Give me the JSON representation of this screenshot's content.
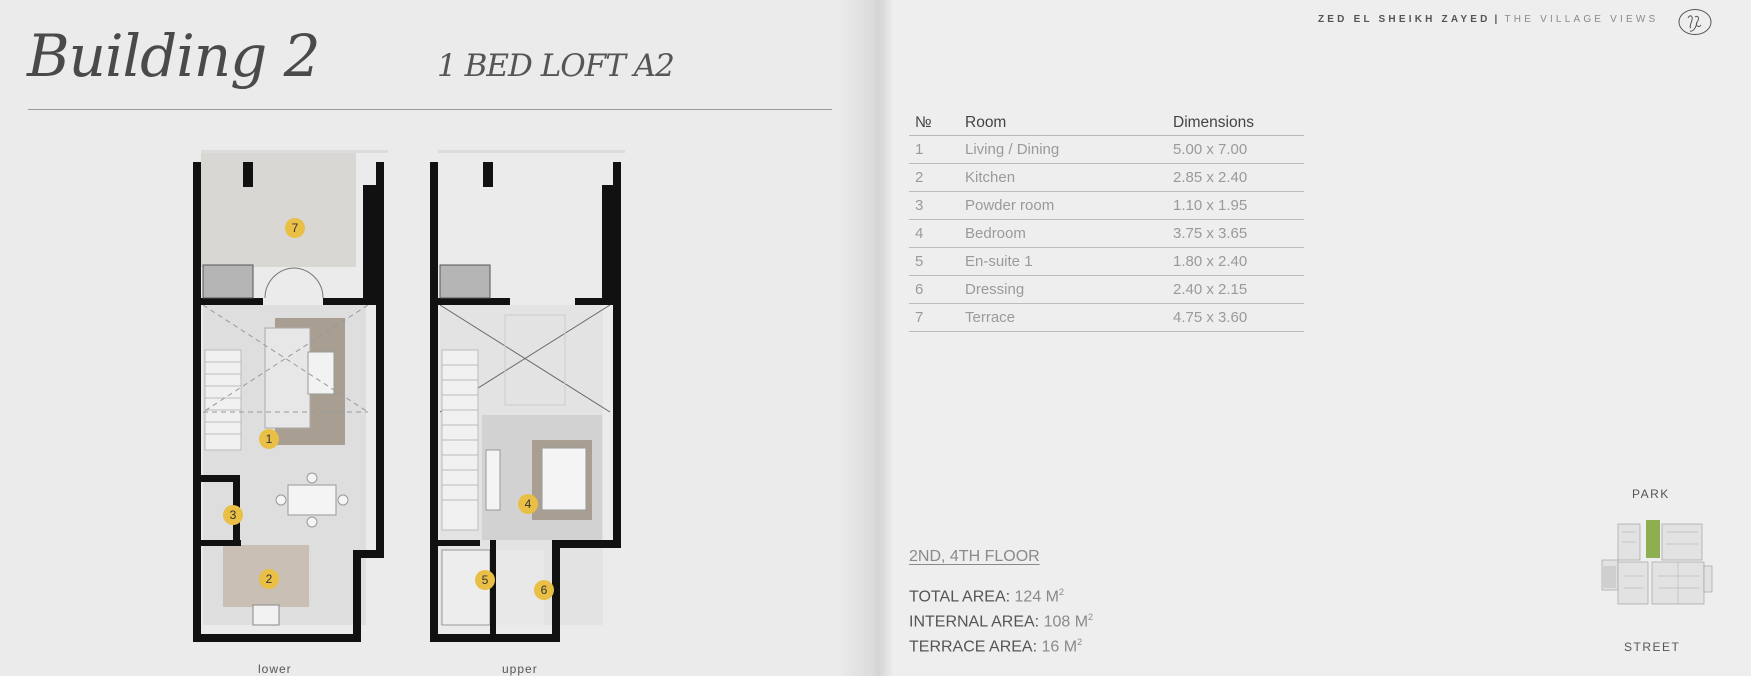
{
  "header": {
    "building_title": "Building 2",
    "unit_title": "1 BED LOFT A2",
    "brand_main": "ZED EL SHEIKH ZAYED",
    "brand_separator": "|",
    "brand_sub": "THE VILLAGE VIEWS"
  },
  "plans": {
    "lower_label": "lower",
    "upper_label": "upper",
    "lower_pins": [
      "7",
      "1",
      "3",
      "2"
    ],
    "upper_pins": [
      "4",
      "5",
      "6"
    ]
  },
  "table": {
    "headers": [
      "№",
      "Room",
      "Dimensions"
    ],
    "rows": [
      [
        "1",
        "Living / Dining",
        "5.00 x 7.00"
      ],
      [
        "2",
        "Kitchen",
        "2.85 x 2.40"
      ],
      [
        "3",
        "Powder room",
        "1.10 x 1.95"
      ],
      [
        "4",
        "Bedroom",
        "3.75 x 3.65"
      ],
      [
        "5",
        "En-suite 1",
        "1.80 x 2.40"
      ],
      [
        "6",
        "Dressing",
        "2.40 x 2.15"
      ],
      [
        "7",
        "Terrace",
        "4.75 x 3.60"
      ]
    ]
  },
  "floor": "2ND, 4TH FLOOR",
  "areas": [
    {
      "label": "TOTAL AREA:",
      "value": "124 M",
      "unit_sup": "2"
    },
    {
      "label": "INTERNAL AREA:",
      "value": "108 M",
      "unit_sup": "2"
    },
    {
      "label": "TERRACE AREA:",
      "value": "16 M",
      "unit_sup": "2"
    }
  ],
  "site": {
    "park_label": "PARK",
    "street_label": "STREET",
    "highlight_color": "#8fae52"
  },
  "colors": {
    "pin": "#e9bf45",
    "wall": "#111111"
  }
}
